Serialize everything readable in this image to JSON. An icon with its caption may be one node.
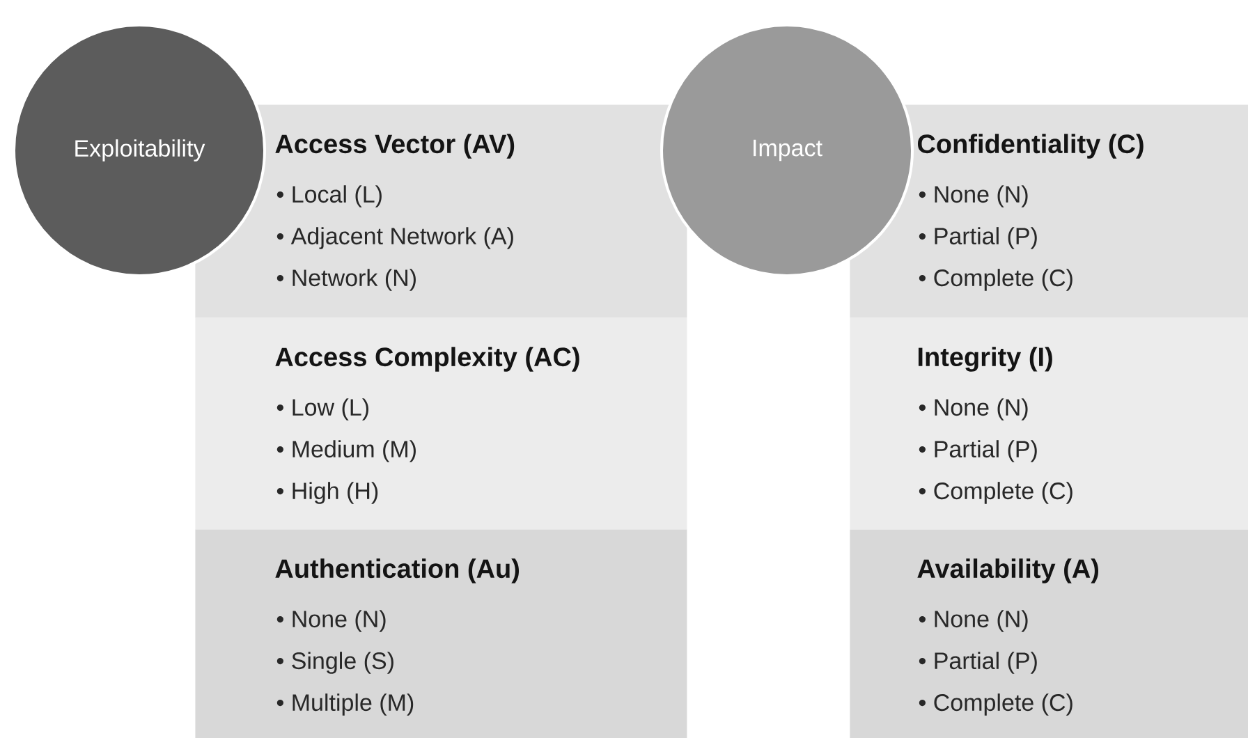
{
  "diagram": {
    "nodes": [
      {
        "text": [
          "Exploitability"
        ]
      },
      {
        "text": [
          "Access Vector (AV)",
          "• Local (L)",
          "• Adjacent Network (A)",
          "• Network (N)"
        ]
      },
      {
        "text": [
          "Access Complexity (AC)",
          "• Low (L)",
          "• Medium (M)",
          "• High (H)"
        ]
      },
      {
        "text": [
          "Authentication (Au)",
          "• None (N)",
          "• Single (S)",
          "• Multiple (M)"
        ]
      },
      {
        "text": [
          "Impact"
        ]
      },
      {
        "text": [
          "Confidentiality (C)",
          "• None (N)",
          "• Partial (P)",
          "• Complete (C)"
        ]
      },
      {
        "text": [
          "Integrity (I)",
          "• None (N)",
          "• Partial (P)",
          "• Complete (C)"
        ]
      },
      {
        "text": [
          "Availability (A)",
          "• None (N)",
          "• Partial (P)",
          "• Complete (C)"
        ]
      }
    ]
  }
}
